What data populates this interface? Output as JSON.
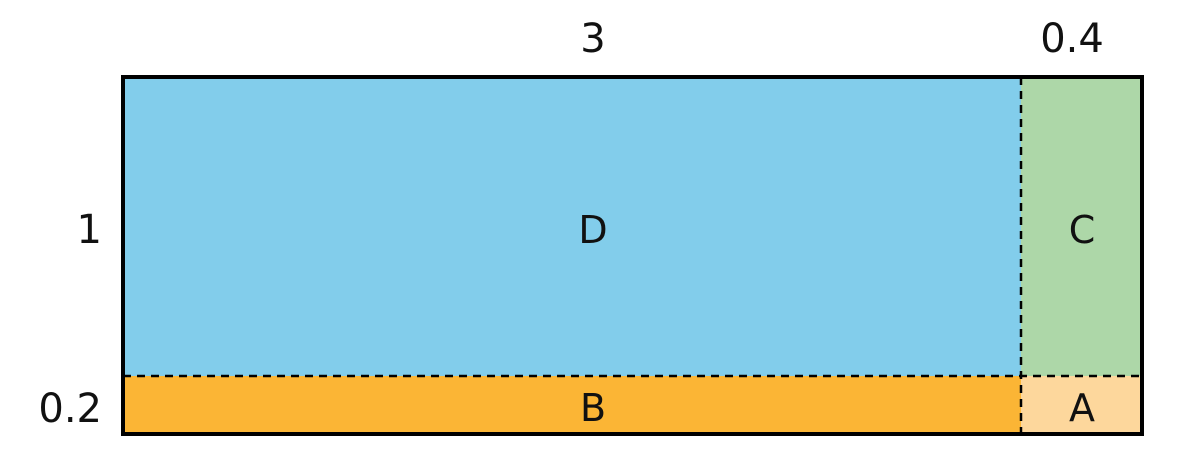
{
  "diagram": {
    "top_dimensions": [
      "3",
      "0.4"
    ],
    "side_dimensions": [
      "1",
      "0.2"
    ],
    "regions": [
      {
        "id": "D",
        "label": "D",
        "color": "#82CDEB"
      },
      {
        "id": "C",
        "label": "C",
        "color": "#ADD7A8"
      },
      {
        "id": "B",
        "label": "B",
        "color": "#FBB535"
      },
      {
        "id": "A",
        "label": "A",
        "color": "#FDD79C"
      }
    ],
    "outline_color": "#000000",
    "divider_style": "dashed"
  }
}
